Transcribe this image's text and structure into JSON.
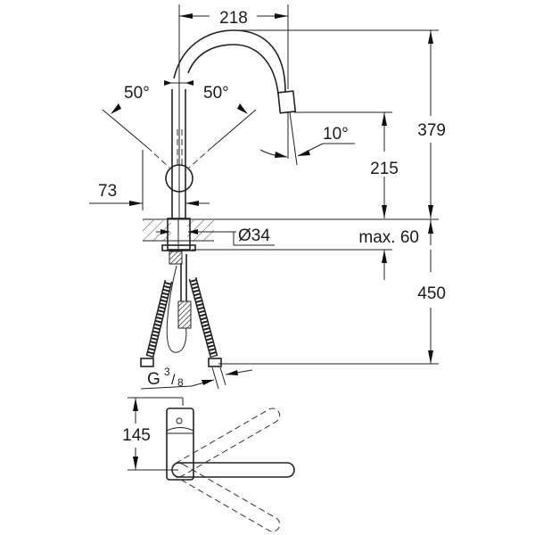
{
  "title": "Faucet dimension drawing",
  "dimensions": {
    "spout_reach": "218",
    "total_height": "379",
    "spout_height": "215",
    "lever_left_angle": "50°",
    "lever_right_angle": "50°",
    "spray_angle": "10°",
    "lever_offset": "73",
    "hole_diameter": "Ø34",
    "deck_thickness": "max. 60",
    "hose_length": "450",
    "thread_prefix": "G",
    "thread_num": "3",
    "thread_den": "8",
    "top_view_depth": "145"
  },
  "colors": {
    "line": "#222222",
    "background": "#ffffff"
  }
}
